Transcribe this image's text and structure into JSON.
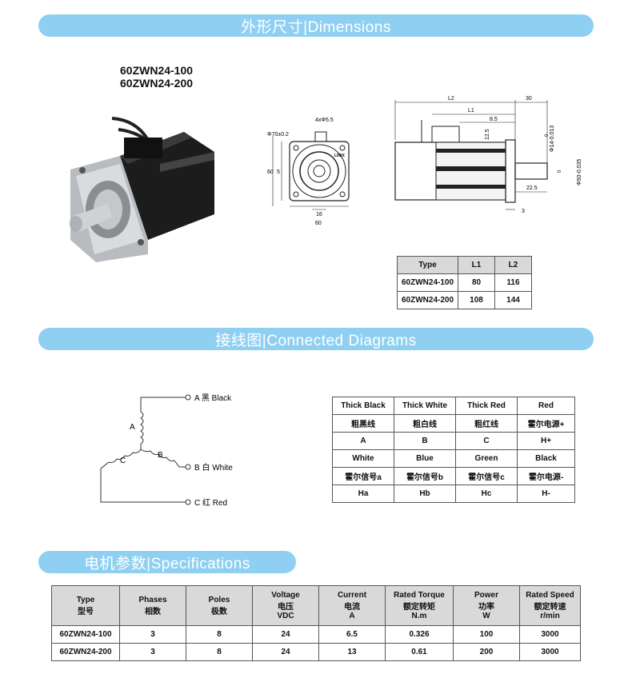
{
  "sections": {
    "dimensions": "外形尺寸|Dimensions",
    "connected": "接线图|Connected Diagrams",
    "specs": "电机参数|Specifications"
  },
  "models": [
    "60ZWN24-100",
    "60ZWN24-200"
  ],
  "drawing": {
    "front": {
      "dia": "Φ70±0.2",
      "holes": "4xΦ5.5",
      "height": "60",
      "shaft_key": "5",
      "key_w": "16",
      "width": "60",
      "brand": "LINIX"
    },
    "side": {
      "L2": "L2",
      "L1": "L1",
      "dim30": "30",
      "dim8_5": "8.5",
      "dim12_5": "12.5",
      "shaft_dia": "Φ14-0.013",
      "shaft_tol": "0",
      "pilot_dia": "Φ50-0.035",
      "pilot_tol": "0",
      "dim22_5": "22.5",
      "dim3": "3"
    }
  },
  "dim_table": {
    "headers": [
      "Type",
      "L1",
      "L2"
    ],
    "rows": [
      [
        "60ZWN24-100",
        "80",
        "116"
      ],
      [
        "60ZWN24-200",
        "108",
        "144"
      ]
    ]
  },
  "wiring": {
    "A": "A",
    "B": "B",
    "C": "C",
    "labelA": "A 黑 Black",
    "labelB": "B 白 White",
    "labelC": "C 红 Red"
  },
  "wire_table": {
    "row1_en": [
      "Thick Black",
      "Thick White",
      "Thick Red",
      "Red"
    ],
    "row1_cn": [
      "粗黑线",
      "粗白线",
      "粗红线",
      "霍尔电源+"
    ],
    "row1_val": [
      "A",
      "B",
      "C",
      "H+"
    ],
    "row2_en": [
      "White",
      "Blue",
      "Green",
      "Black"
    ],
    "row2_cn": [
      "霍尔信号a",
      "霍尔信号b",
      "霍尔信号c",
      "霍尔电源-"
    ],
    "row2_val": [
      "Ha",
      "Hb",
      "Hc",
      "H-"
    ]
  },
  "spec_table": {
    "headers": [
      [
        "Type",
        "型号"
      ],
      [
        "Phases",
        "相数"
      ],
      [
        "Poles",
        "极数"
      ],
      [
        "Voltage",
        "电压",
        "VDC"
      ],
      [
        "Current",
        "电流",
        "A"
      ],
      [
        "Rated Torque",
        "额定转矩",
        "N.m"
      ],
      [
        "Power",
        "功率",
        "W"
      ],
      [
        "Rated Speed",
        "额定转速",
        "r/min"
      ]
    ],
    "rows": [
      [
        "60ZWN24-100",
        "3",
        "8",
        "24",
        "6.5",
        "0.326",
        "100",
        "3000"
      ],
      [
        "60ZWN24-200",
        "3",
        "8",
        "24",
        "13",
        "0.61",
        "200",
        "3000"
      ]
    ]
  }
}
